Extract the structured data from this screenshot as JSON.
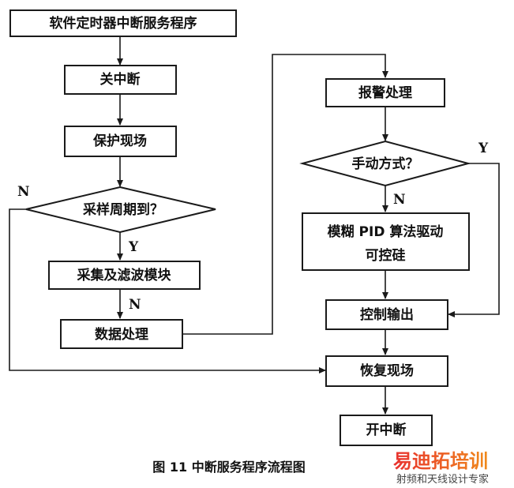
{
  "nodes": {
    "isr_start": "软件定时器中断服务程序",
    "disable_interrupt": "关中断",
    "save_context": "保护现场",
    "sample_period": "采样周期到？",
    "sample_filter": "采集及滤波模块",
    "data_process": "数据处理",
    "alarm_process": "报警处理",
    "manual_mode": "手动方式？",
    "fuzzy_pid_line1": "模糊 PID 算法驱动",
    "fuzzy_pid_line2": "可控硅",
    "control_output": "控制输出",
    "restore_context": "恢复现场",
    "enable_interrupt": "开中断"
  },
  "labels": {
    "sample_no": "N",
    "sample_yes": "Y",
    "filter_no": "N",
    "manual_no": "N",
    "manual_yes": "Y"
  },
  "caption": "图 11  中断服务程序流程图",
  "watermark": {
    "brand": "易迪拓培训",
    "tagline": "射频和天线设计专家",
    "colors": {
      "brand_red": "#e8312f",
      "brand_orange": "#f08a1c"
    }
  }
}
